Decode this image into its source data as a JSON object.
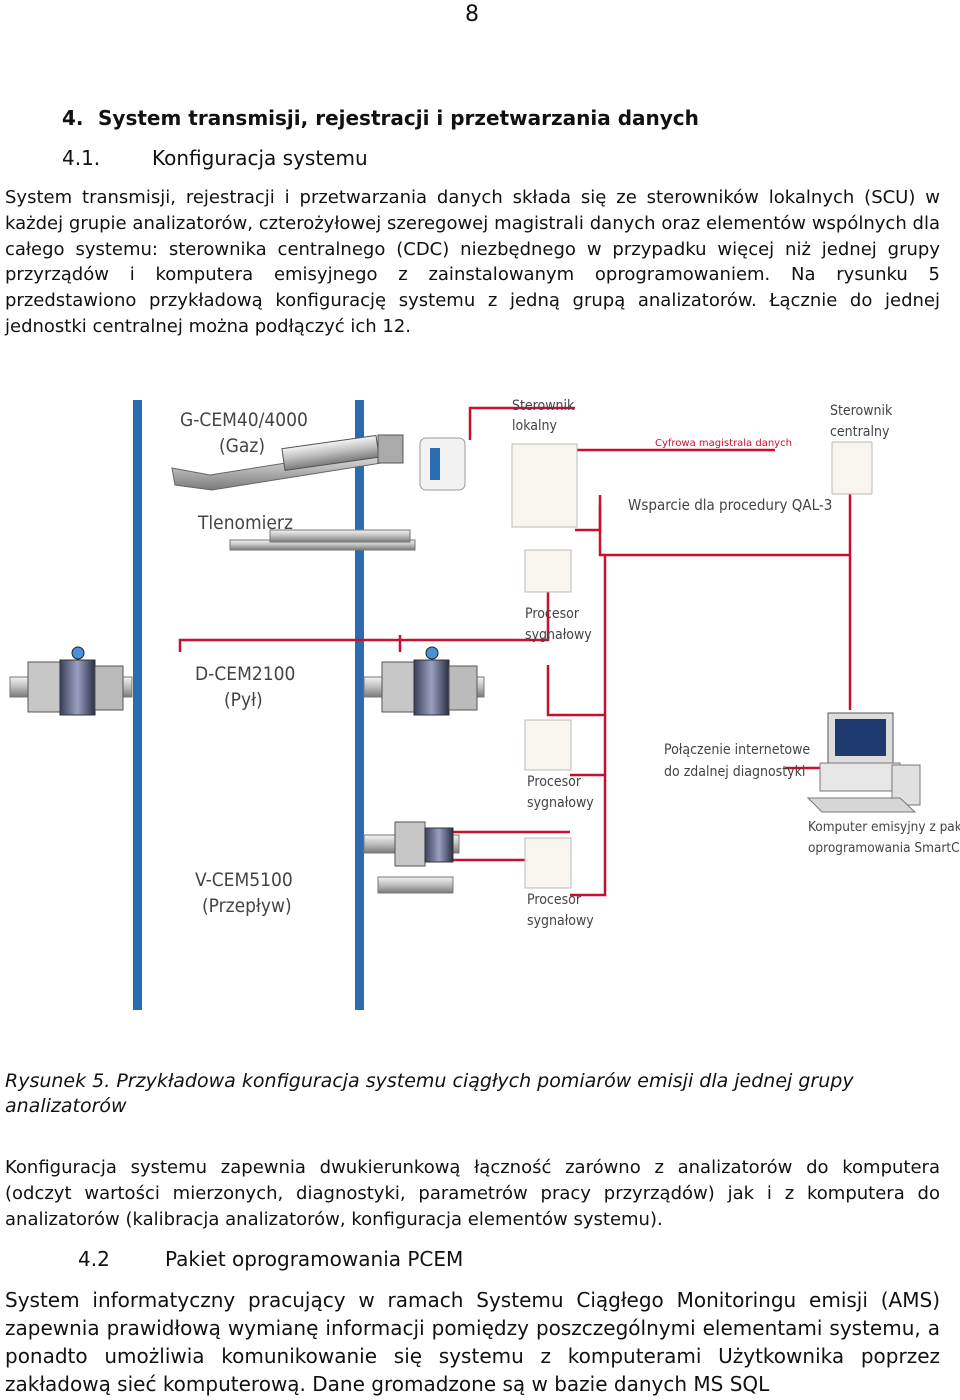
{
  "page_number": "8",
  "section": {
    "number": "4.",
    "title": "System transmisji, rejestracji i przetwarzania danych"
  },
  "subsection1": {
    "number": "4.1.",
    "title": "Konfiguracja systemu"
  },
  "paragraph1": "System transmisji, rejestracji i przetwarzania danych składa się ze sterowników lokalnych (SCU) w każdej grupie analizatorów, czterożyłowej szeregowej magistrali danych oraz elementów wspólnych dla całego systemu: sterownika centralnego (CDC) niezbędnego w przypadku więcej niż jednej grupy przyrządów i komputera emisyjnego z zainstalowanym oprogramowaniem. Na rysunku 5 przedstawiono przykładową konfigurację systemu z jedną grupą analizatorów. Łącznie do jednej jednostki centralnej można podłączyć ich 12.",
  "figure": {
    "labels": {
      "gcem": [
        "G-CEM40/4000",
        "(Gaz)"
      ],
      "tlenomierz": "Tlenomierz",
      "dcem": [
        "D-CEM2100",
        "(Pył)"
      ],
      "vcem": [
        "V-CEM5100",
        "(Przepływ)"
      ],
      "sterownik_lokalny": [
        "Sterownik",
        "lokalny"
      ],
      "sterownik_centralny": [
        "Sterownik",
        "centralny"
      ],
      "magistrala": "Cyfrowa magistrala danych",
      "qal3": "Wsparcie dla procedury QAL-3",
      "procesor": [
        "Procesor",
        "sygnałowy"
      ],
      "internet": [
        "Połączenie internetowe",
        "do zdalnej diagnostyki"
      ],
      "komputer": [
        "Komputer emisyjny z pakietem",
        "oprogramowania SmartCEM"
      ]
    },
    "colors": {
      "pipe": "#2b6cb0",
      "wire": "#c8102e",
      "label_red": "#c8102e"
    }
  },
  "caption": "Rysunek 5. Przykładowa konfiguracja systemu ciągłych pomiarów emisji dla jednej grupy analizatorów",
  "paragraph2": "Konfiguracja systemu zapewnia dwukierunkową łączność zarówno z analizatorów do komputera (odczyt wartości mierzonych, diagnostyki, parametrów pracy przyrządów) jak i z komputera do analizatorów (kalibracja analizatorów, konfiguracja elementów systemu).",
  "subsection2": {
    "number": "4.2",
    "title": "Pakiet oprogramowania PCEM"
  },
  "paragraph3": "System informatyczny pracujący w ramach Systemu Ciągłego Monitoringu emisji (AMS) zapewnia prawidłową wymianę informacji pomiędzy poszczególnymi elementami systemu, a ponadto umożliwia komunikowanie się systemu z komputerami Użytkownika poprzez zakładową sieć komputerową. Dane gromadzone są w bazie danych MS SQL"
}
